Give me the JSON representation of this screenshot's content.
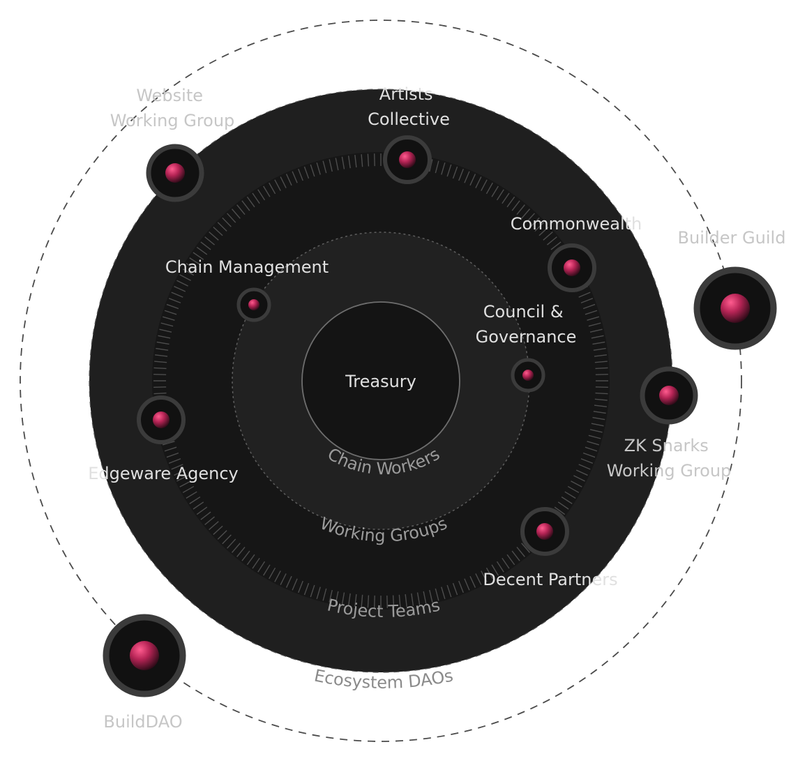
{
  "center": {
    "label": "Treasury"
  },
  "rings": {
    "chain_workers": "Chain Workers",
    "working_groups": "Working Groups",
    "project_teams": "Project Teams",
    "ecosystem_daos": "Ecosystem DAOs"
  },
  "nodes": {
    "chain_management": {
      "label": "Chain Management",
      "ring": "chain_workers"
    },
    "council_governance": {
      "label_line1": "Council &",
      "label_line2": "Governance",
      "ring": "chain_workers"
    },
    "artists_collective": {
      "label_line1": "Artists",
      "label_line2": "Collective",
      "ring": "working_groups"
    },
    "commonwealth": {
      "label": "Commonwealth",
      "ring": "working_groups"
    },
    "edgeware_agency": {
      "label": "Edgeware Agency",
      "ring": "working_groups"
    },
    "decent_partners": {
      "label": "Decent Partners",
      "ring": "working_groups"
    },
    "website_working_group": {
      "label_line1": "Website",
      "label_line2": "Working Group",
      "ring": "project_teams"
    },
    "zk_snarks_working_group": {
      "label_line1": "ZK Snarks",
      "label_line2": "Working Group",
      "ring": "project_teams"
    },
    "builder_guild": {
      "label": "Builder Guild",
      "ring": "ecosystem_daos"
    },
    "builddao": {
      "label": "BuildDAO",
      "ring": "ecosystem_daos"
    }
  },
  "colors": {
    "outer_disc": "#1f1f1f",
    "working_disc": "#161616",
    "chain_disc": "#212121",
    "treasury_disc": "#141414",
    "node_ring": "#3b3b3b",
    "node_core": "#111111",
    "node_accent": "#b52455",
    "dashed_line": "#4a4a4a"
  }
}
